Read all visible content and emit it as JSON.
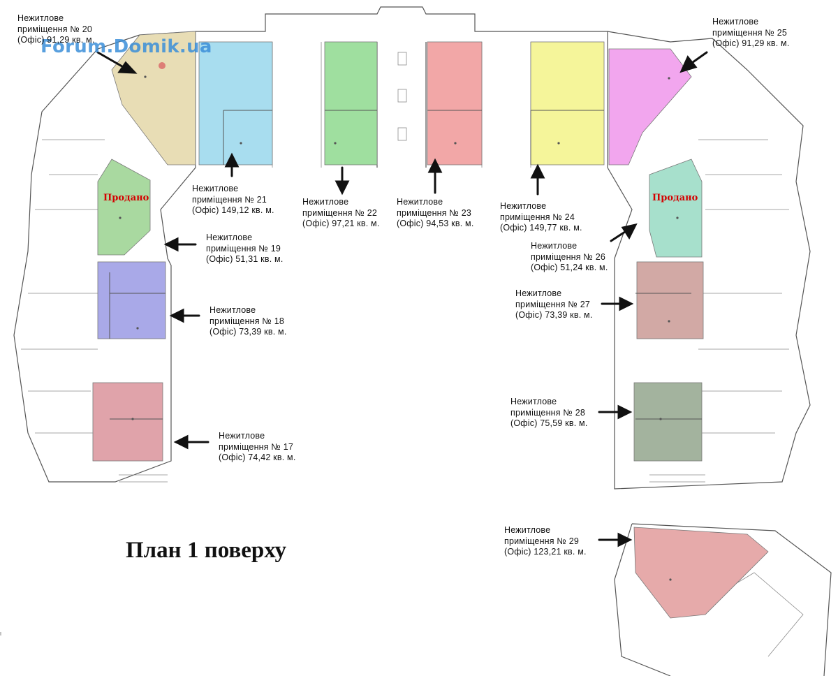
{
  "title": "План 1 поверху",
  "watermark": "Forum.Domik.ua",
  "sold_label": "Продано",
  "units": [
    {
      "id": "u20",
      "line1": "Нежитлове",
      "line2": "приміщення № 20",
      "line3": "(Офіс) 91,29 кв. м.",
      "color": "#e8ddb5"
    },
    {
      "id": "u21",
      "line1": "Нежитлове",
      "line2": "приміщення № 21",
      "line3": "(Офіс) 149,12 кв. м.",
      "color": "#a8ddef"
    },
    {
      "id": "u22",
      "line1": "Нежитлове",
      "line2": "приміщення № 22",
      "line3": "(Офіс) 97,21 кв. м.",
      "color": "#9fdf9f"
    },
    {
      "id": "u23",
      "line1": "Нежитлове",
      "line2": "приміщення № 23",
      "line3": "(Офіс) 94,53 кв. м.",
      "color": "#f2a7a7"
    },
    {
      "id": "u24",
      "line1": "Нежитлове",
      "line2": "приміщення № 24",
      "line3": "(Офіс) 149,77 кв. м.",
      "color": "#f5f59a"
    },
    {
      "id": "u25",
      "line1": "Нежитлове",
      "line2": "приміщення № 25",
      "line3": "(Офіс) 91,29 кв. м.",
      "color": "#f2a6ee"
    },
    {
      "id": "u19",
      "line1": "Нежитлове",
      "line2": "приміщення № 19",
      "line3": "(Офіс) 51,31 кв. м.",
      "color": "#a9d9a0"
    },
    {
      "id": "u26",
      "line1": "Нежитлове",
      "line2": "приміщення № 26",
      "line3": "(Офіс) 51,24 кв. м.",
      "color": "#a7e0cc"
    },
    {
      "id": "u18",
      "line1": "Нежитлове",
      "line2": "приміщення № 18",
      "line3": "(Офіс) 73,39 кв. м.",
      "color": "#a9a9e8"
    },
    {
      "id": "u27",
      "line1": "Нежитлове",
      "line2": "приміщення № 27",
      "line3": "(Офіс) 73,39 кв. м.",
      "color": "#d2a9a5"
    },
    {
      "id": "u17",
      "line1": "Нежитлове",
      "line2": "приміщення № 17",
      "line3": "(Офіс) 74,42 кв. м.",
      "color": "#e0a3aa"
    },
    {
      "id": "u28",
      "line1": "Нежитлове",
      "line2": "приміщення № 28",
      "line3": "(Офіс) 75,59 кв. м.",
      "color": "#a3b39e"
    },
    {
      "id": "u29",
      "line1": "Нежитлове",
      "line2": "приміщення № 29",
      "line3": "(Офіс) 123,21 кв. м.",
      "color": "#e6aaaa"
    }
  ]
}
